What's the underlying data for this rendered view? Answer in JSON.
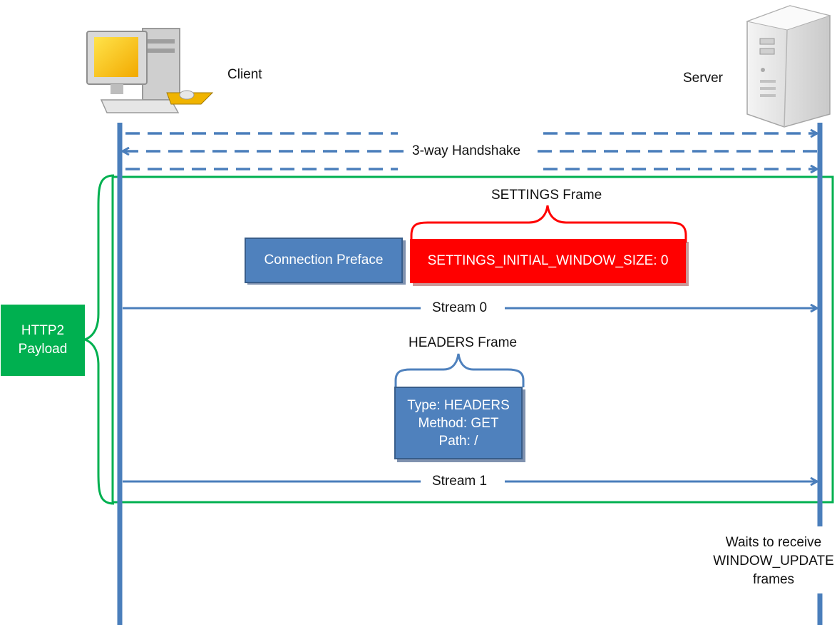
{
  "client": {
    "label": "Client",
    "icon": "desktop-computer-icon"
  },
  "server": {
    "label": "Server",
    "icon": "server-tower-icon"
  },
  "handshake": {
    "label": "3-way Handshake"
  },
  "payload": {
    "line1": "HTTP2",
    "line2": "Payload"
  },
  "settings_frame": {
    "title": "SETTINGS Frame",
    "setting": "SETTINGS_INITIAL_WINDOW_SIZE: 0"
  },
  "connection_preface": {
    "label": "Connection Preface"
  },
  "stream0": {
    "label": "Stream 0"
  },
  "headers_frame": {
    "title": "HEADERS Frame",
    "type": "Type: HEADERS",
    "method": "Method: GET",
    "path": "Path: /"
  },
  "stream1": {
    "label": "Stream 1"
  },
  "server_note": {
    "line1": "Waits to receive",
    "line2": "WINDOW_UPDATE",
    "line3": "frames"
  },
  "colors": {
    "timeline": "#4a7ebb",
    "payload_green": "#00b050",
    "settings_red": "#ff0000",
    "frame_blue": "#4f81bd"
  }
}
